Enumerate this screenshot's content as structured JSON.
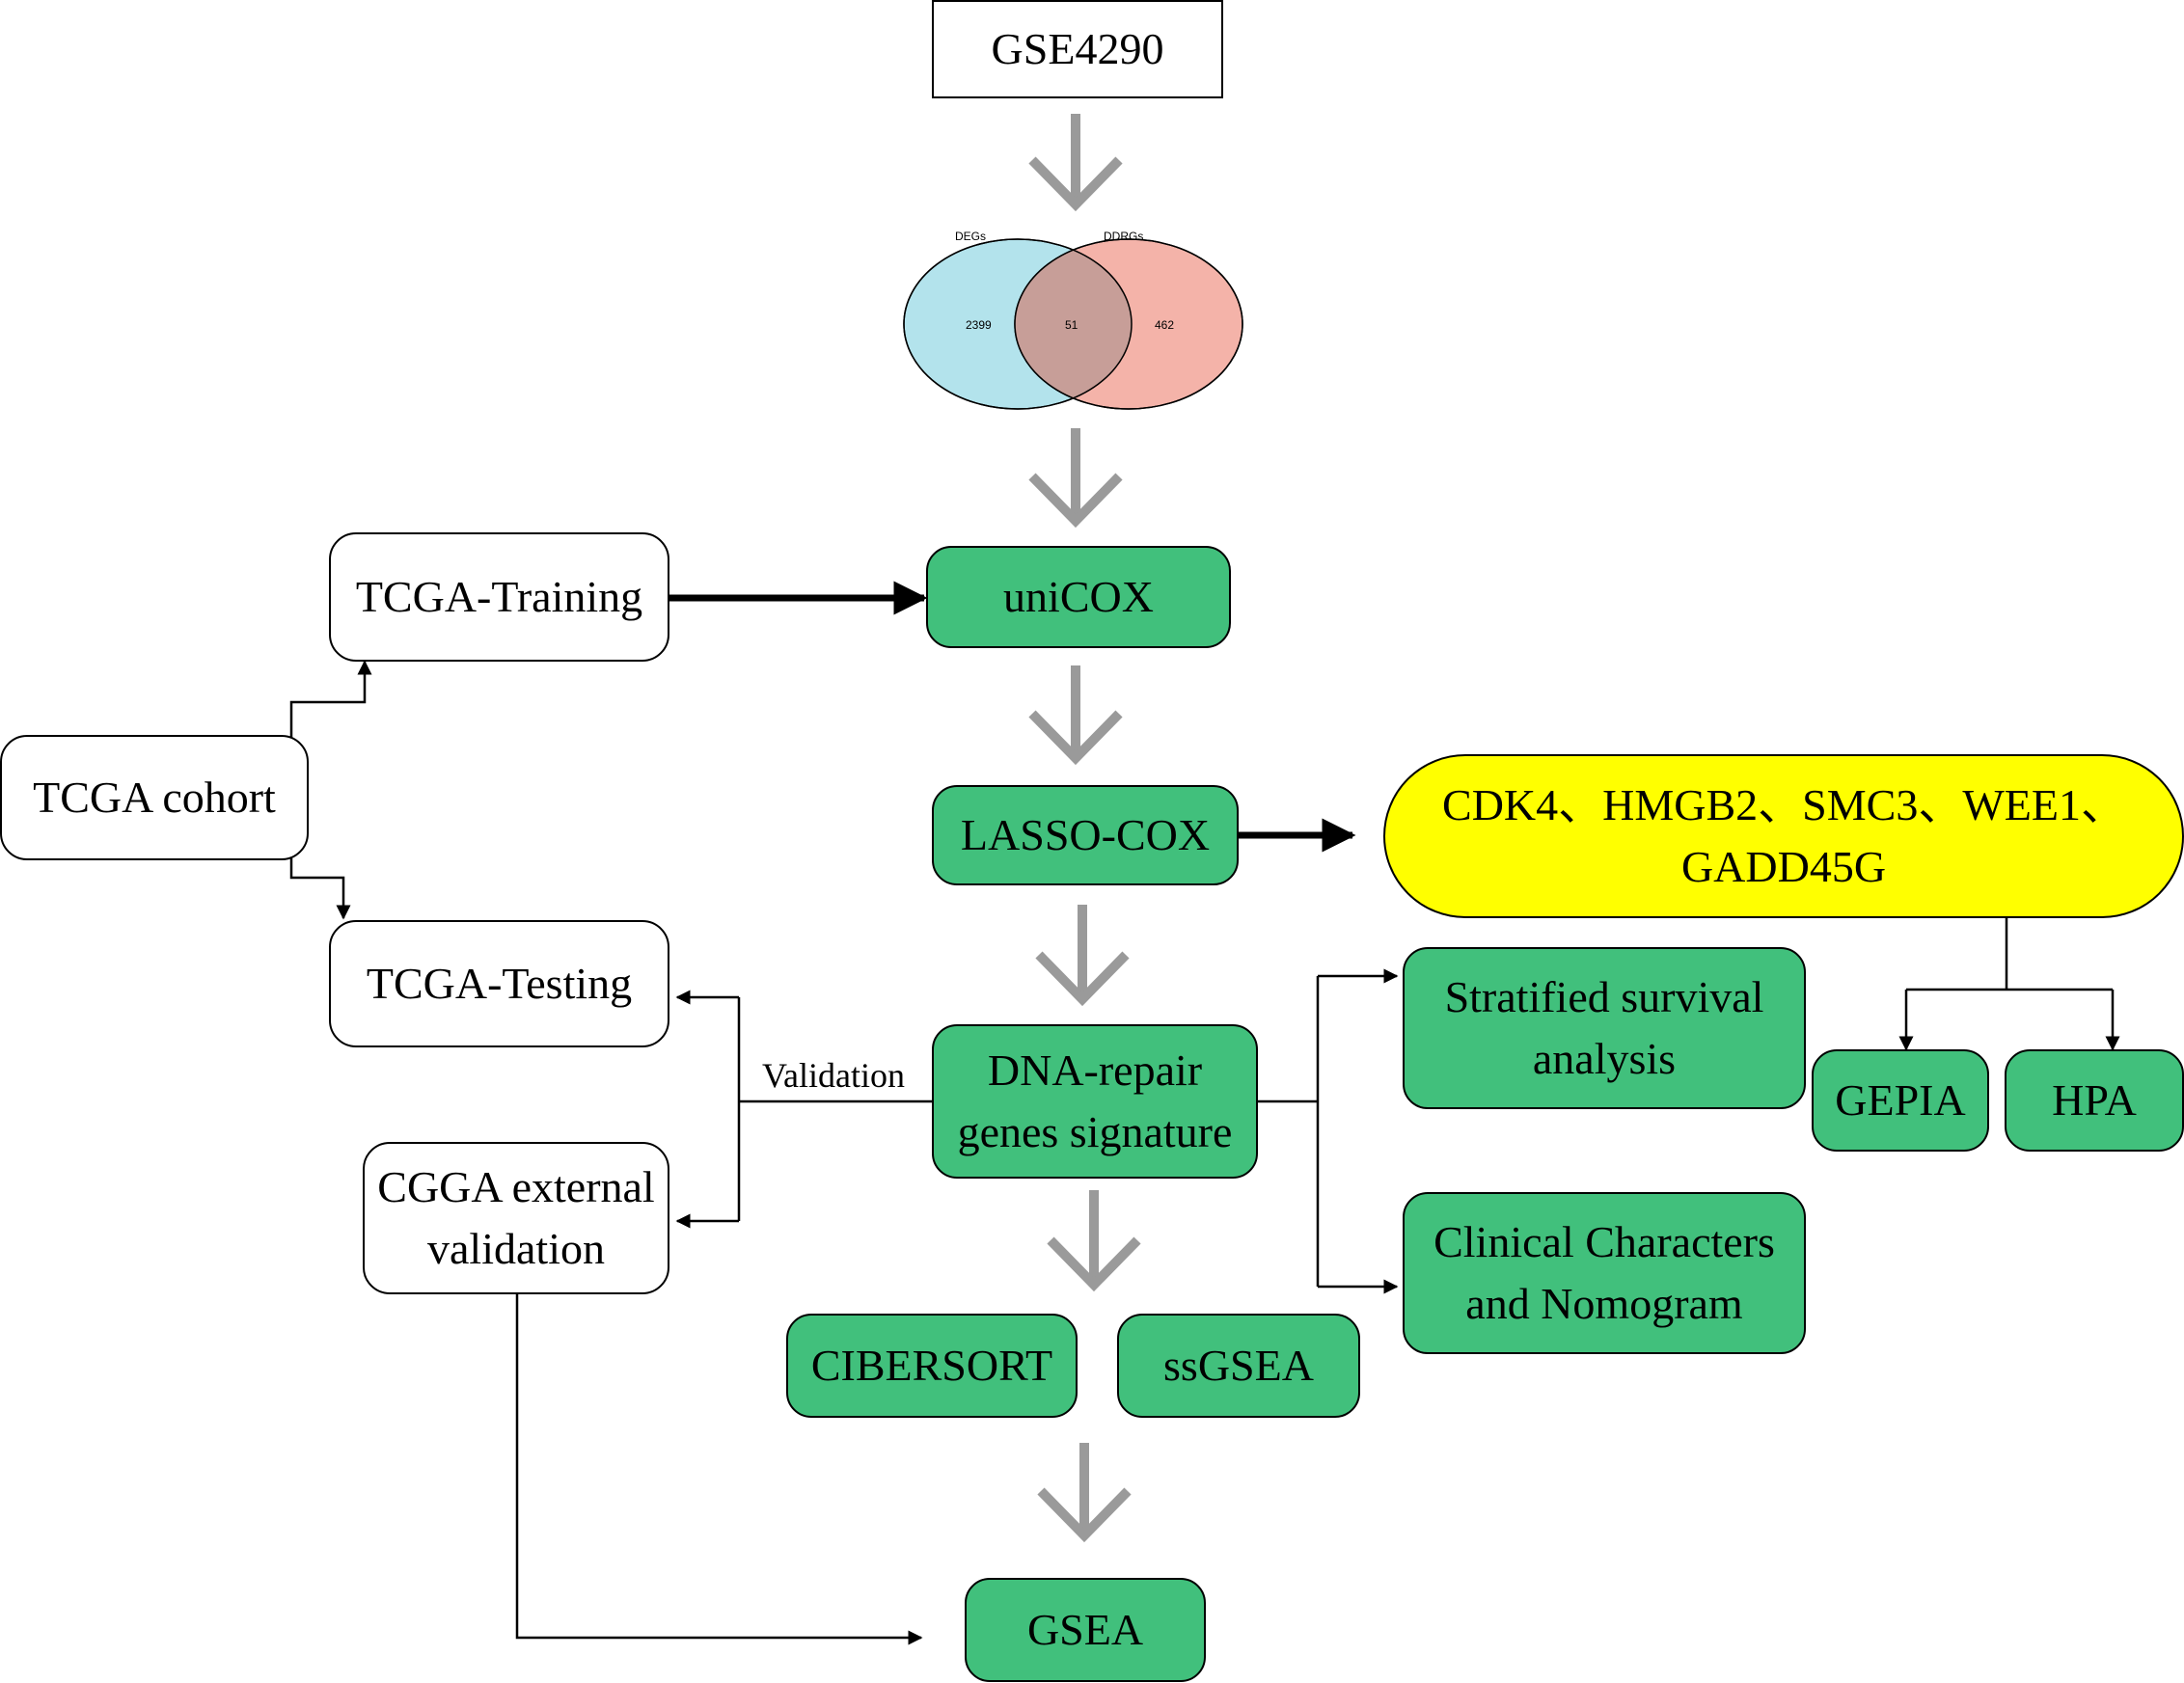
{
  "nodes": {
    "gse": "GSE4290",
    "unicox": "uniCOX",
    "lasso": "LASSO-COX",
    "signature": "DNA-repair genes signature",
    "cibersort": "CIBERSORT",
    "ssgsea": "ssGSEA",
    "gsea": "GSEA",
    "tcga_training": "TCGA-Training",
    "tcga_cohort": "TCGA cohort",
    "tcga_testing": "TCGA-Testing",
    "cgga": "CGGA external validation",
    "genes": "CDK4、HMGB2、SMC3、WEE1、GADD45G",
    "stratified": "Stratified survival analysis",
    "clinical": "Clinical Characters and Nomogram",
    "gepia": "GEPIA",
    "hpa": "HPA"
  },
  "edge_labels": {
    "validation": "Validation"
  },
  "venn": {
    "left_title": "DEGs",
    "right_title": "DDRGs",
    "left_only": "2399",
    "overlap": "51",
    "right_only": "462",
    "left_color": "#b3e3ec",
    "right_color": "#f4b3a9",
    "overlap_color": "#c79e98"
  },
  "colors": {
    "green": "#41c07c",
    "yellow": "#ffff00",
    "gray_arrow": "#9a9a9a"
  }
}
